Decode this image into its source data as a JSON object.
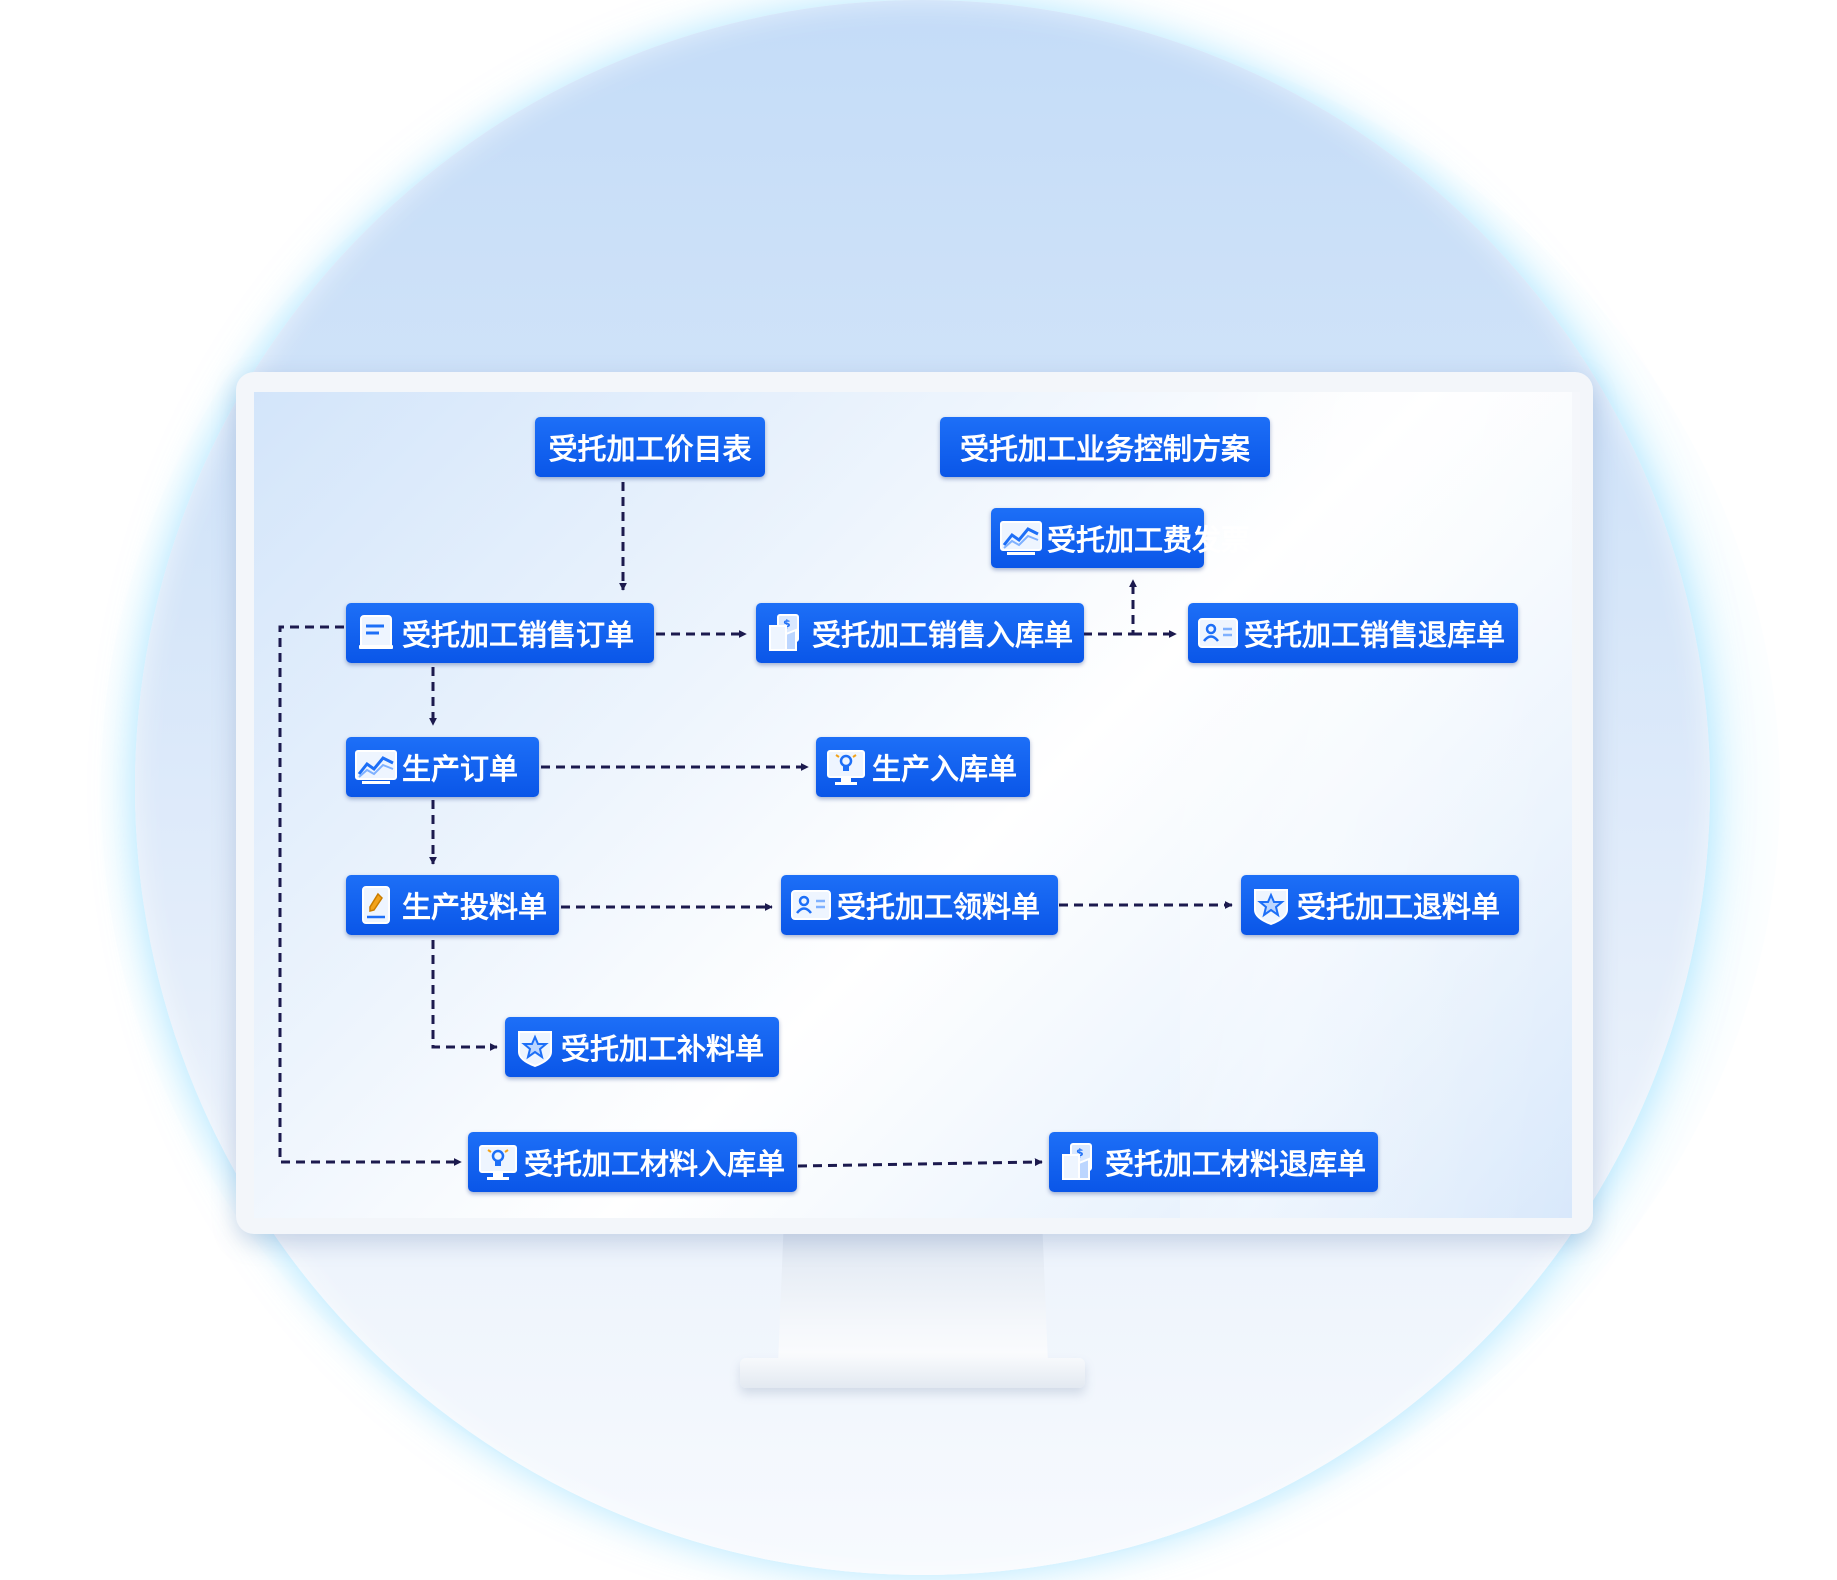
{
  "diagram": {
    "nodes": {
      "price_list": {
        "label": "受托加工价目表",
        "icon": ""
      },
      "control_plan": {
        "label": "受托加工业务控制方案",
        "icon": ""
      },
      "fee_invoice": {
        "label": "受托加工费发票",
        "icon": "chart-line-icon"
      },
      "sales_order": {
        "label": "受托加工销售订单",
        "icon": "document-icon"
      },
      "sales_inbound": {
        "label": "受托加工销售入库单",
        "icon": "bill-files-icon"
      },
      "sales_return": {
        "label": "受托加工销售退库单",
        "icon": "contact-card-icon"
      },
      "production_order": {
        "label": "生产订单",
        "icon": "chart-line-icon"
      },
      "production_inbound": {
        "label": "生产入库单",
        "icon": "monitor-bulb-icon"
      },
      "production_feed": {
        "label": "生产投料单",
        "icon": "pencil-doc-icon"
      },
      "material_pick": {
        "label": "受托加工领料单",
        "icon": "contact-card-icon"
      },
      "material_return": {
        "label": "受托加工退料单",
        "icon": "star-shield-icon"
      },
      "material_supplement": {
        "label": "受托加工补料单",
        "icon": "star-shield-icon"
      },
      "material_inbound": {
        "label": "受托加工材料入库单",
        "icon": "monitor-bulb-icon"
      },
      "material_stock_return": {
        "label": "受托加工材料退库单",
        "icon": "bill-files-icon"
      }
    },
    "edges": [
      [
        "price_list",
        "sales_order"
      ],
      [
        "sales_order",
        "sales_inbound"
      ],
      [
        "sales_inbound",
        "fee_invoice"
      ],
      [
        "sales_inbound",
        "sales_return"
      ],
      [
        "sales_order",
        "production_order"
      ],
      [
        "production_order",
        "production_inbound"
      ],
      [
        "production_order",
        "production_feed"
      ],
      [
        "production_feed",
        "material_pick"
      ],
      [
        "material_pick",
        "material_return"
      ],
      [
        "production_feed",
        "material_supplement"
      ],
      [
        "sales_order",
        "material_inbound"
      ],
      [
        "material_inbound",
        "material_stock_return"
      ]
    ],
    "colors": {
      "node_fill": "#0a5ee8",
      "node_text": "#ffffff",
      "edge": "#1c1a4e"
    }
  }
}
